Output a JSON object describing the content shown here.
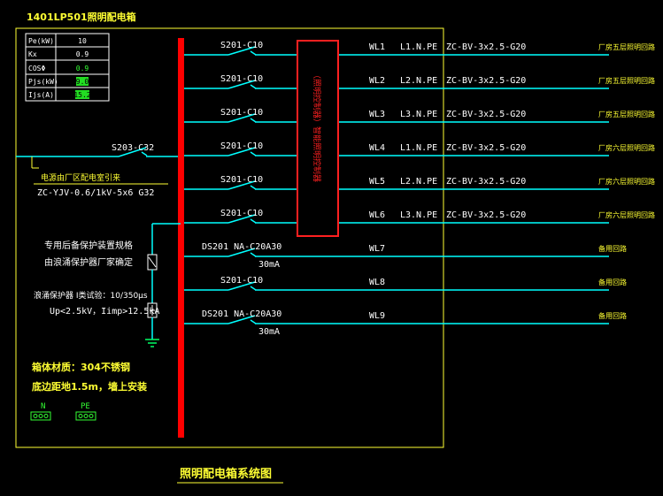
{
  "panel_title": "1401LP501照明配电箱",
  "params": [
    {
      "k": "Pe(kW)",
      "v": "10"
    },
    {
      "k": "Kx",
      "v": "0.9"
    },
    {
      "k": "COSΦ",
      "v": "0.9"
    },
    {
      "k": "Pjs(kW)",
      "v": "9.0"
    },
    {
      "k": "Ijs(A)",
      "v": "15.2"
    }
  ],
  "incoming": {
    "breaker": "S203-C32",
    "source": "电源由厂区配电室引来",
    "cable": "ZC-YJV-0.6/1kV-5x6 G32"
  },
  "spd_note": [
    "专用后备保护装置规格",
    "由浪涌保护器厂家确定"
  ],
  "spd_spec": [
    "浪涌保护器 Ⅰ类试验：10/350μs",
    "Up<2.5kV，Iimp>12.5kA"
  ],
  "enclosure": [
    "箱体材质：304不锈钢",
    "底边距地1.5m，墙上安装"
  ],
  "terminals": [
    "N",
    "PE"
  ],
  "controller_label": "（照明控制器）智能照明控制器",
  "circuits": [
    {
      "id": "WL1",
      "breaker": "S201-C10",
      "rcd": "",
      "phase": "L1.N.PE",
      "cable": "ZC-BV-3x2.5-G20",
      "desc": "厂房五层照明回路"
    },
    {
      "id": "WL2",
      "breaker": "S201-C10",
      "rcd": "",
      "phase": "L2.N.PE",
      "cable": "ZC-BV-3x2.5-G20",
      "desc": "厂房五层照明回路"
    },
    {
      "id": "WL3",
      "breaker": "S201-C10",
      "rcd": "",
      "phase": "L3.N.PE",
      "cable": "ZC-BV-3x2.5-G20",
      "desc": "厂房五层照明回路"
    },
    {
      "id": "WL4",
      "breaker": "S201-C10",
      "rcd": "",
      "phase": "L1.N.PE",
      "cable": "ZC-BV-3x2.5-G20",
      "desc": "厂房六层照明回路"
    },
    {
      "id": "WL5",
      "breaker": "S201-C10",
      "rcd": "",
      "phase": "L2.N.PE",
      "cable": "ZC-BV-3x2.5-G20",
      "desc": "厂房六层照明回路"
    },
    {
      "id": "WL6",
      "breaker": "S201-C10",
      "rcd": "",
      "phase": "L3.N.PE",
      "cable": "ZC-BV-3x2.5-G20",
      "desc": "厂房六层照明回路"
    },
    {
      "id": "WL7",
      "breaker": "DS201 NA-C20A30",
      "rcd": "30mA",
      "phase": "",
      "cable": "",
      "desc": "备用回路"
    },
    {
      "id": "WL8",
      "breaker": "S201-C10",
      "rcd": "",
      "phase": "",
      "cable": "",
      "desc": "备用回路"
    },
    {
      "id": "WL9",
      "breaker": "DS201 NA-C20A30",
      "rcd": "30mA",
      "phase": "",
      "cable": "",
      "desc": "备用回路"
    }
  ],
  "diagram_title": "照明配电箱系统图",
  "colors": {
    "bg": "#000000",
    "wire": "#00ffff",
    "bus": "#ff0000",
    "text": "#ffffff",
    "yellow": "#ffff33",
    "green": "#33ff33"
  }
}
